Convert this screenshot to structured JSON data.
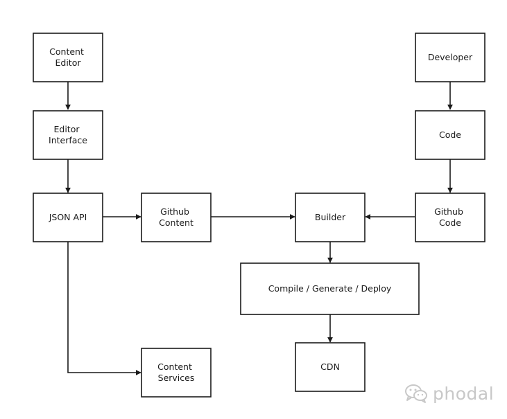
{
  "diagram": {
    "nodes": [
      {
        "id": "content-editor",
        "lines": [
          "Content",
          "Editor"
        ]
      },
      {
        "id": "editor-interface",
        "lines": [
          "Editor",
          "Interface"
        ]
      },
      {
        "id": "json-api",
        "lines": [
          "JSON API"
        ]
      },
      {
        "id": "github-content",
        "lines": [
          "Github",
          "Content"
        ]
      },
      {
        "id": "builder",
        "lines": [
          "Builder"
        ]
      },
      {
        "id": "github-code",
        "lines": [
          "Github",
          "Code"
        ]
      },
      {
        "id": "code",
        "lines": [
          "Code"
        ]
      },
      {
        "id": "developer",
        "lines": [
          "Developer"
        ]
      },
      {
        "id": "compile-generate-deploy",
        "lines": [
          "Compile / Generate / Deploy"
        ]
      },
      {
        "id": "cdn",
        "lines": [
          "CDN"
        ]
      },
      {
        "id": "content-services",
        "lines": [
          "Content",
          "Services"
        ]
      }
    ],
    "edges": [
      {
        "from": "content-editor",
        "to": "editor-interface"
      },
      {
        "from": "editor-interface",
        "to": "json-api"
      },
      {
        "from": "json-api",
        "to": "github-content"
      },
      {
        "from": "github-content",
        "to": "builder"
      },
      {
        "from": "developer",
        "to": "code"
      },
      {
        "from": "code",
        "to": "github-code"
      },
      {
        "from": "github-code",
        "to": "builder"
      },
      {
        "from": "builder",
        "to": "compile-generate-deploy"
      },
      {
        "from": "compile-generate-deploy",
        "to": "cdn"
      },
      {
        "from": "json-api",
        "to": "content-services"
      }
    ]
  },
  "watermark": {
    "text": "phodal",
    "icon": "wechat-icon"
  },
  "colors": {
    "stroke": "#1a1a1a",
    "watermark": "#c8c8c8"
  }
}
